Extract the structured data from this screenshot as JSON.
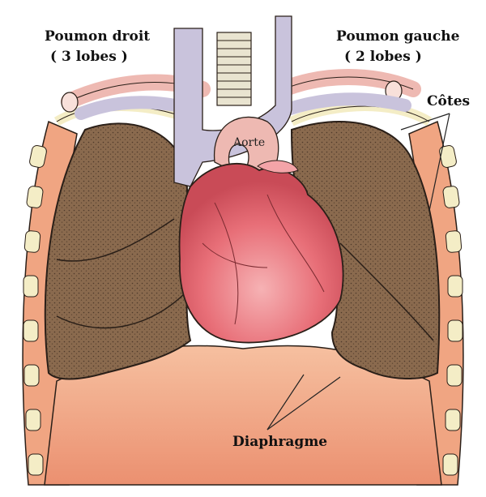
{
  "labels": {
    "right_lung_line1": "Poumon droit",
    "right_lung_line2": "( 3 lobes )",
    "left_lung_line1": "Poumon gauche",
    "left_lung_line2": "( 2 lobes )",
    "ribs": "Côtes",
    "aorta": "Aorte",
    "diaphragm": "Diaphragme"
  },
  "colors": {
    "lung": "#8a6a4e",
    "lung_dark": "#5e4632",
    "heart": "#e86f78",
    "heart_light": "#f3a4a8",
    "vessel": "#c9c3dc",
    "artery_pink": "#eeb9b2",
    "diaphragm": "#f0a582",
    "rib_cream": "#f4edc6",
    "outline": "#2a1f18"
  }
}
